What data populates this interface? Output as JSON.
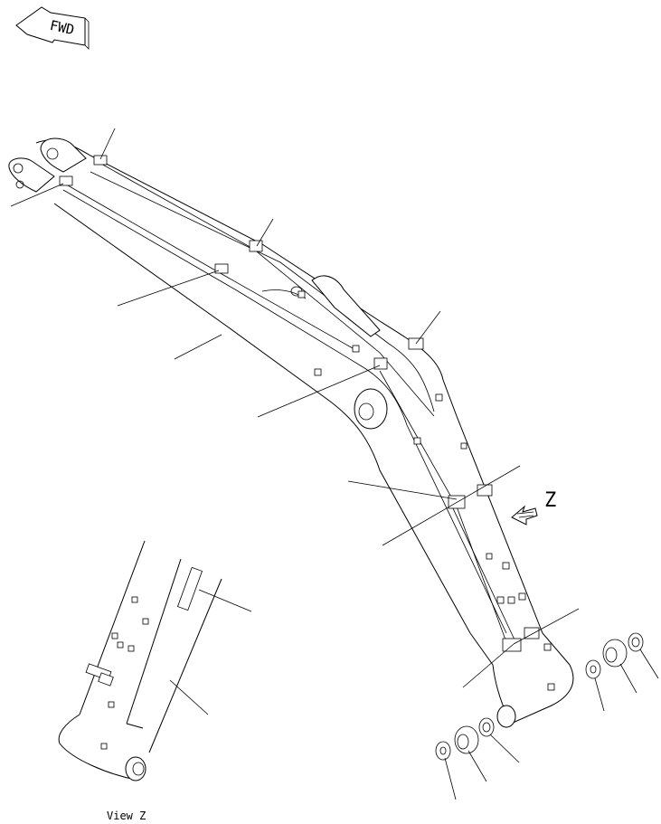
{
  "diagram": {
    "direction_marker": {
      "text": "FWD",
      "icon": "arrow-left-icon"
    },
    "view_arrow": {
      "label": "Z",
      "icon": "hatched-arrow-icon"
    },
    "inset_caption": "View Z"
  }
}
